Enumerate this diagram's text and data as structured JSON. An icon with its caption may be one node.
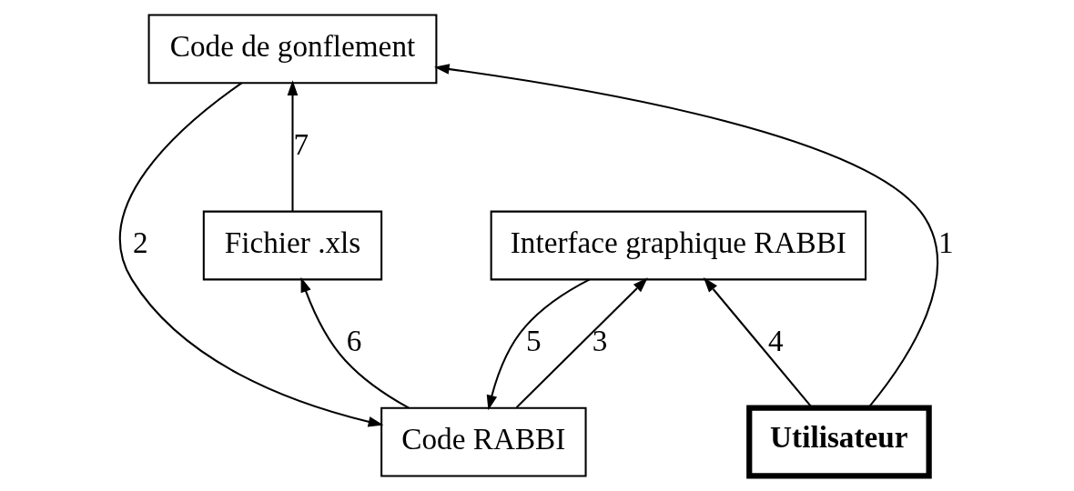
{
  "diagram": {
    "nodes": [
      {
        "text": [
          "Code RABBI"
        ]
      },
      {
        "text": [
          "Code de gonflement"
        ]
      },
      {
        "text": [
          "Interface graphique RABBI"
        ]
      },
      {
        "text": [
          "Fichier .xls"
        ]
      },
      {
        "text": [
          "Utilisateur"
        ]
      }
    ],
    "edges": [
      {
        "from": 4,
        "to": 1,
        "arrow": "to",
        "label": "1"
      },
      {
        "from": 1,
        "to": 0,
        "arrow": "to",
        "label": "2"
      },
      {
        "from": 0,
        "to": 2,
        "arrow": "to",
        "label": "3"
      },
      {
        "from": 4,
        "to": 2,
        "arrow": "to",
        "label": "4"
      },
      {
        "from": 2,
        "to": 0,
        "arrow": "to",
        "label": "5"
      },
      {
        "from": 0,
        "to": 3,
        "arrow": "to",
        "label": "6"
      },
      {
        "from": 3,
        "to": 1,
        "arrow": "to",
        "label": "7"
      }
    ]
  }
}
